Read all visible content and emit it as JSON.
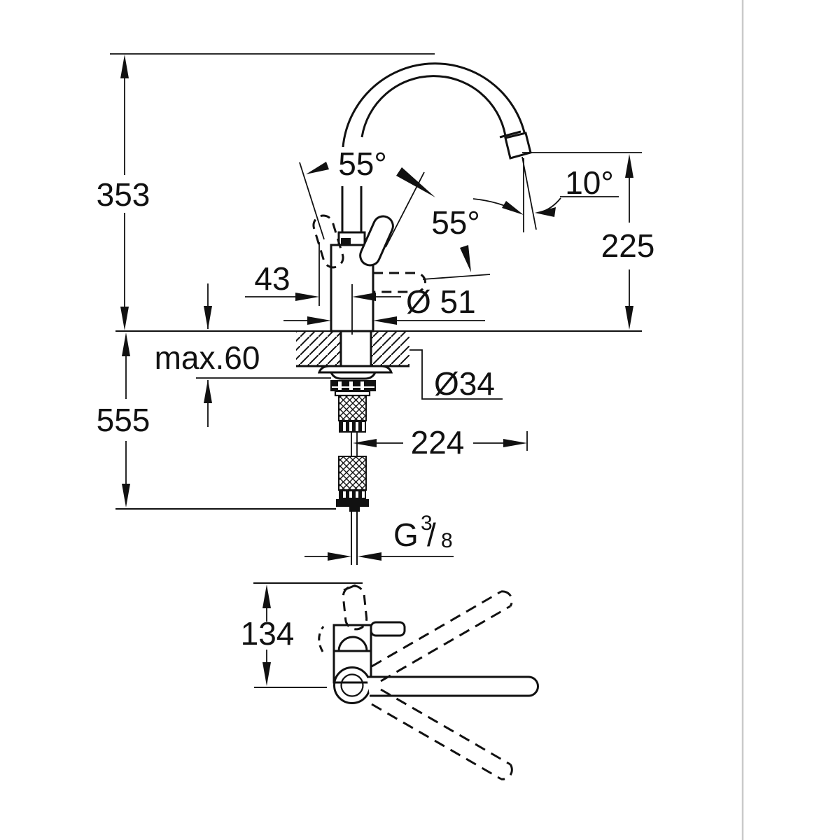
{
  "meta": {
    "type": "technical-dimensional-drawing",
    "subject": "Kitchen sink mixer tap: side installation view with C-shaped swivel spout, counter cross-section, supply hoses, and plan view showing spout swivel positions",
    "unit": "mm",
    "background_color": "#ffffff",
    "line_color": "#111111",
    "frame_line_color": "#c9c9c9"
  },
  "labels": {
    "height_above_deck": "353",
    "length_below_deck": "555",
    "max_counter_thickness": "max.60",
    "lever_offset": "43",
    "body_diameter": "Ø 51",
    "hole_diameter": "Ø34",
    "spout_reach": "224",
    "spout_outlet_height": "225",
    "outlet_angle": "10°",
    "lever_opening_angle": "55°",
    "lever_travel_angle": "55°",
    "plan_view_depth": "134",
    "thread": {
      "text": "G 3/8",
      "g": "G",
      "numerator": "3",
      "slash": "/",
      "denominator": "8"
    }
  }
}
